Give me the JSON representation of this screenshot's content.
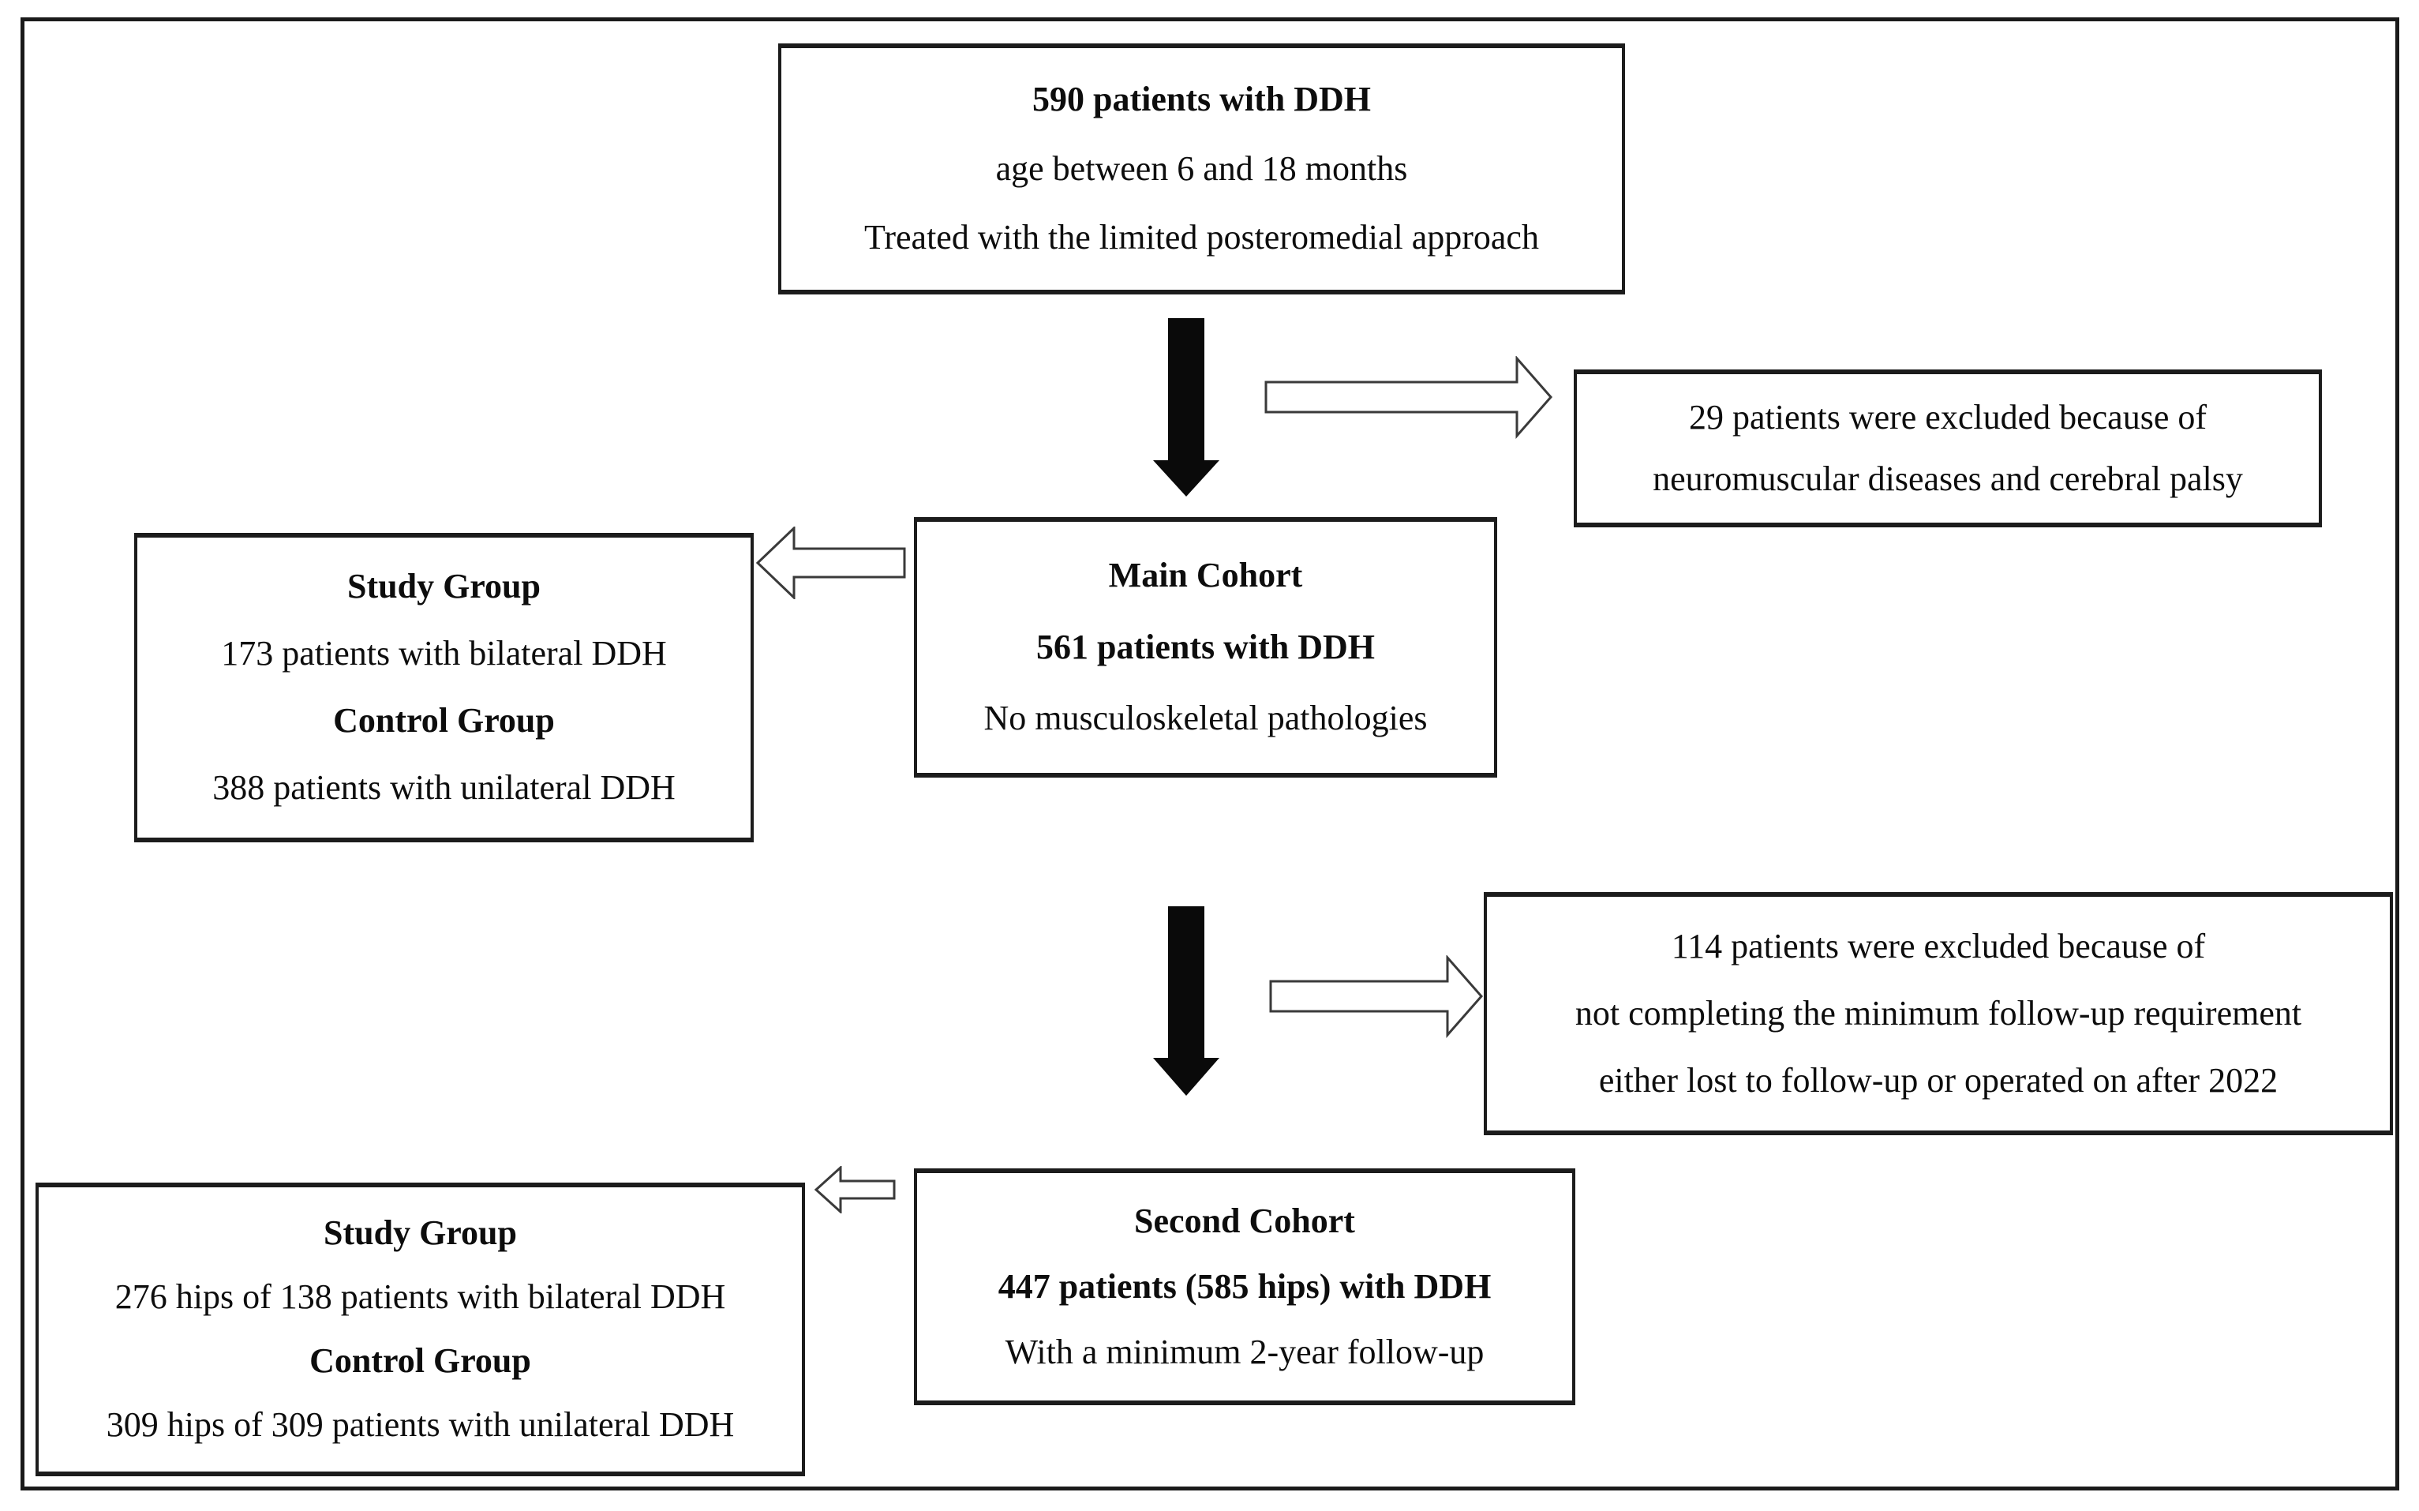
{
  "figure": {
    "type": "patient-flow-diagram",
    "topic": "DDH treatment cohorts"
  },
  "colors": {
    "background": "#ffffff",
    "box_border": "#1c1c1c",
    "frame_border": "#1a1a1a",
    "text": "#0d0d0d",
    "solid_arrow_fill": "#0a0a0a",
    "outline_arrow_fill": "#ffffff",
    "outline_arrow_stroke": "#3a3a3a"
  },
  "boxes": {
    "initial": {
      "lines": [
        {
          "text": "590 patients with DDH",
          "bold": true
        },
        {
          "text": "age between 6 and 18 months",
          "bold": false
        },
        {
          "text": "Treated with the limited posteromedial approach",
          "bold": false
        }
      ]
    },
    "excluded_first": {
      "lines": [
        {
          "text": "29 patients were excluded because of",
          "bold": false
        },
        {
          "text": "neuromuscular diseases and cerebral palsy",
          "bold": false
        }
      ]
    },
    "main_cohort": {
      "lines": [
        {
          "text": "Main Cohort",
          "bold": true
        },
        {
          "text": "561 patients with DDH",
          "bold": true
        },
        {
          "text": "No musculoskeletal pathologies",
          "bold": false
        }
      ]
    },
    "main_groups": {
      "lines": [
        {
          "text": "Study Group",
          "bold": true
        },
        {
          "text": "173 patients with bilateral DDH",
          "bold": false
        },
        {
          "text": "Control Group",
          "bold": true
        },
        {
          "text": "388 patients with unilateral DDH",
          "bold": false
        }
      ]
    },
    "excluded_second": {
      "lines": [
        {
          "text": "114 patients were excluded because of",
          "bold": false
        },
        {
          "text": "not completing the minimum follow-up requirement",
          "bold": false
        },
        {
          "text": "either lost to follow-up or operated on after 2022",
          "bold": false
        }
      ]
    },
    "second_cohort": {
      "lines": [
        {
          "text": "Second Cohort",
          "bold": true
        },
        {
          "text": "447 patients (585 hips) with DDH",
          "bold": true
        },
        {
          "text": "With a minimum 2-year follow-up",
          "bold": false
        }
      ]
    },
    "second_groups": {
      "lines": [
        {
          "text": "Study Group",
          "bold": true
        },
        {
          "text": "276 hips of 138 patients with bilateral DDH",
          "bold": false
        },
        {
          "text": "Control Group",
          "bold": true
        },
        {
          "text": "309 hips of 309 patients with unilateral DDH",
          "bold": false
        }
      ]
    }
  },
  "arrows": [
    {
      "name": "flow-down-to-main-cohort",
      "direction": "down",
      "style": "solid-black"
    },
    {
      "name": "exclusion-first",
      "direction": "right",
      "style": "outlined-white"
    },
    {
      "name": "split-main-groups",
      "direction": "left",
      "style": "outlined-white"
    },
    {
      "name": "flow-down-to-second-cohort",
      "direction": "down",
      "style": "solid-black"
    },
    {
      "name": "exclusion-second",
      "direction": "right",
      "style": "outlined-white"
    },
    {
      "name": "split-second-groups",
      "direction": "left",
      "style": "outlined-white"
    }
  ]
}
